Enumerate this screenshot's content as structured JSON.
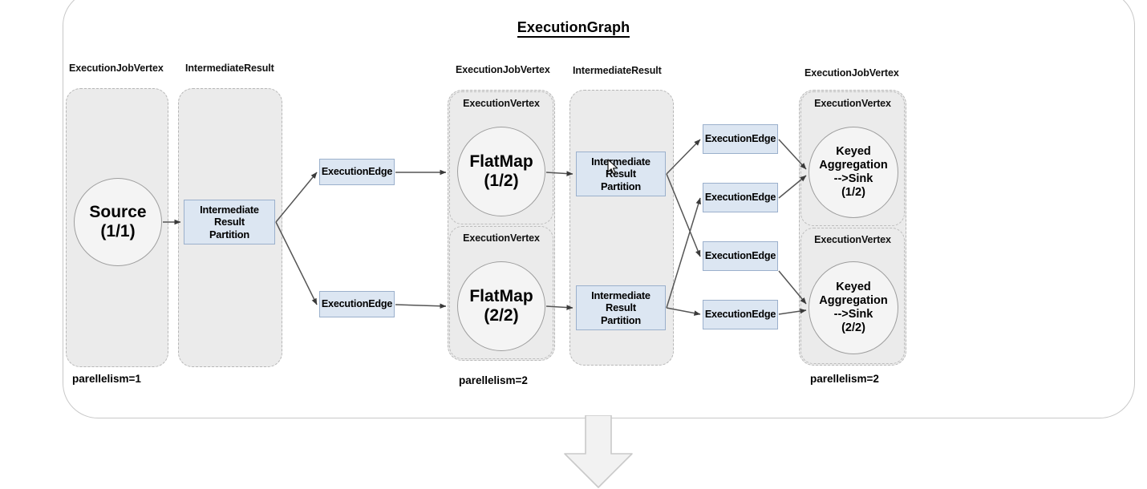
{
  "graph": {
    "title": "ExecutionGraph"
  },
  "columns": [
    {
      "id": "col-job-vertex-1",
      "label": "ExecutionJobVertex"
    },
    {
      "id": "col-intermediate-1",
      "label": "IntermediateResult"
    },
    {
      "id": "col-job-vertex-2",
      "label": "ExecutionJobVertex"
    },
    {
      "id": "col-intermediate-2",
      "label": "IntermediateResult"
    },
    {
      "id": "col-job-vertex-3",
      "label": "ExecutionJobVertex"
    }
  ],
  "vertex_titles": {
    "flatmap_1": "ExecutionVertex",
    "flatmap_2": "ExecutionVertex",
    "sink_1": "ExecutionVertex",
    "sink_2": "ExecutionVertex"
  },
  "operators": [
    {
      "id": "source",
      "label": "Source\n(1/1)"
    },
    {
      "id": "flatmap1",
      "label": "FlatMap\n(1/2)"
    },
    {
      "id": "flatmap2",
      "label": "FlatMap\n(2/2)"
    },
    {
      "id": "sink1",
      "label": "Keyed\nAggregation\n-->Sink\n(1/2)"
    },
    {
      "id": "sink2",
      "label": "Keyed\nAggregation\n-->Sink\n(2/2)"
    }
  ],
  "partitions": [
    {
      "id": "partition-source",
      "label": "Intermediate\nResult\nPartition"
    },
    {
      "id": "partition-mid-1",
      "label": "Intermediate\nResult\nPartition"
    },
    {
      "id": "partition-mid-2",
      "label": "Intermediate\nResult\nPartition"
    }
  ],
  "edges": [
    {
      "id": "edge-1",
      "label": "ExecutionEdge"
    },
    {
      "id": "edge-2",
      "label": "ExecutionEdge"
    },
    {
      "id": "edge-3",
      "label": "ExecutionEdge"
    },
    {
      "id": "edge-4",
      "label": "ExecutionEdge"
    },
    {
      "id": "edge-5",
      "label": "ExecutionEdge"
    },
    {
      "id": "edge-6",
      "label": "ExecutionEdge"
    }
  ],
  "parallelism": [
    {
      "id": "parallelism-source",
      "label": "parellelism=1"
    },
    {
      "id": "parallelism-flatmap",
      "label": "parellelism=2"
    },
    {
      "id": "parallelism-sink",
      "label": "parellelism=2"
    }
  ],
  "colors": {
    "blue_fill": "#dce6f2",
    "blue_border": "#9bb0cc",
    "group_fill": "#ebebeb",
    "group_border": "#b6b6b6",
    "circle_fill": "#f4f4f4",
    "circle_border": "#9e9e9e",
    "connector": "#555555",
    "arrow_fill": "#f2f2f2",
    "arrow_border": "#c9c9c9"
  }
}
